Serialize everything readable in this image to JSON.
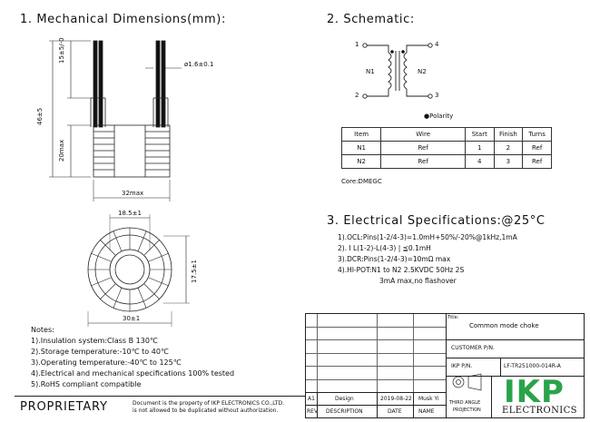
{
  "mechanical": {
    "title": "1. Mechanical Dimensions(mm):",
    "dims": {
      "lead_length": "15±5/-0",
      "overall_height": "46±5",
      "body_height": "20max",
      "wire_dia": "ø1.6±0.1",
      "body_width": "32max",
      "inner_dia": "18.5±1",
      "core_height": "17.5±1",
      "outer_dia": "30±1"
    }
  },
  "schematic": {
    "title": "2. Schematic:",
    "pins": [
      "1",
      "4",
      "2",
      "3"
    ],
    "winding_labels": [
      "N1",
      "N2"
    ],
    "polarity": "●Polarity",
    "table": {
      "headers": [
        "Item",
        "Wire",
        "Start",
        "Finish",
        "Turns"
      ],
      "rows": [
        [
          "N1",
          "Ref",
          "1",
          "2",
          "Ref"
        ],
        [
          "N2",
          "Ref",
          "4",
          "3",
          "Ref"
        ]
      ]
    },
    "core": "Core:DMEGC"
  },
  "electrical": {
    "title": "3. Electrical Specifications:@25°C",
    "lines": [
      "1).OCL:Pins(1-2/4-3)=1.0mH+50%/-20%@1kHz,1mA",
      "2). I L(1-2)-L(4-3) | ≦0.1mH",
      "3).DCR:Pins(1-2/4-3)=10mΩ max",
      "4).HI-POT:N1 to N2 2.5KVDC 50Hz 2S",
      "3mA max,no flashover"
    ]
  },
  "notes": {
    "title": "Notes:",
    "items": [
      "1).Insulation system:Class B 130℃",
      "2).Storage temperature:-10℃ to 40℃",
      "3).Operating temperature:-40℃ to 125℃",
      "4).Electrical and mechanical specifications 100% tested",
      "5).RoHS compliant compatible"
    ]
  },
  "footer": {
    "proprietary": "PROPRIETARY",
    "notice_line1": "Document is the property of IKP ELECTRONICS CO.,LTD.",
    "notice_line2": "is not allowed to be duplicated without authorization."
  },
  "title_block": {
    "title_label": "Title:",
    "title": "Common mode choke",
    "customer_pn_label": "CUSTOMER P/N.",
    "customer_pn": "",
    "ikp_pn_label": "IKP P/N.",
    "ikp_pn": "LF-TR251000-014R-A",
    "rev": "A1",
    "description": "Design",
    "date": "2019-08-22",
    "name": "Musk Yi",
    "rev_label": "REV",
    "description_label": "DESCRIPTION",
    "date_label": "DATE",
    "name_label": "NAME",
    "projection_line1": "THIRD ANGLE",
    "projection_line2": "PROJECTION",
    "logo_text": "IKP",
    "logo_sub": "ELECTRONICS",
    "logo_color": "#2aa34a"
  }
}
